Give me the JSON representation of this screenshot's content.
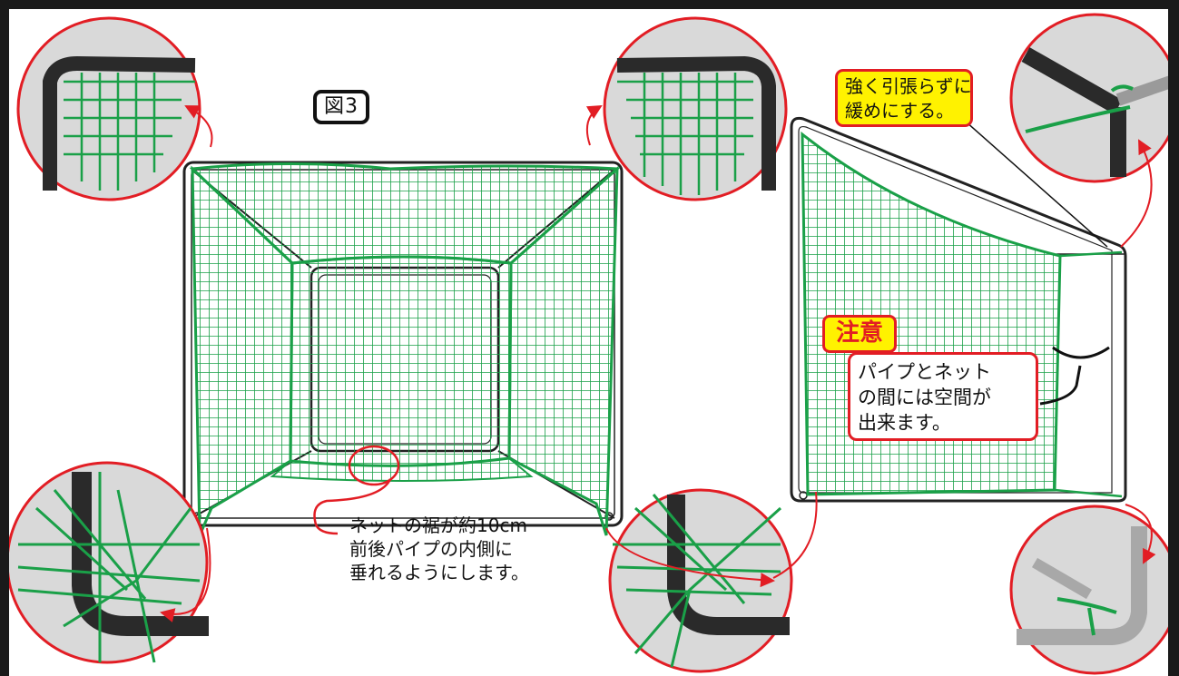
{
  "figure_label": "図3",
  "callouts": {
    "tension_note": [
      "強く引張らずに",
      "緩めにする。"
    ],
    "caution_title": "注意",
    "caution_text": [
      "パイプとネット",
      "の間には空間が",
      "出来ます。"
    ],
    "hem_note": [
      "ネットの裾が約10cm",
      "前後パイプの内側に",
      "垂れるようにします。"
    ]
  },
  "colors": {
    "net_green": "#1aa048",
    "pipe_black": "#222222",
    "accent_red": "#e21d24",
    "highlight_yellow": "#fff200"
  }
}
